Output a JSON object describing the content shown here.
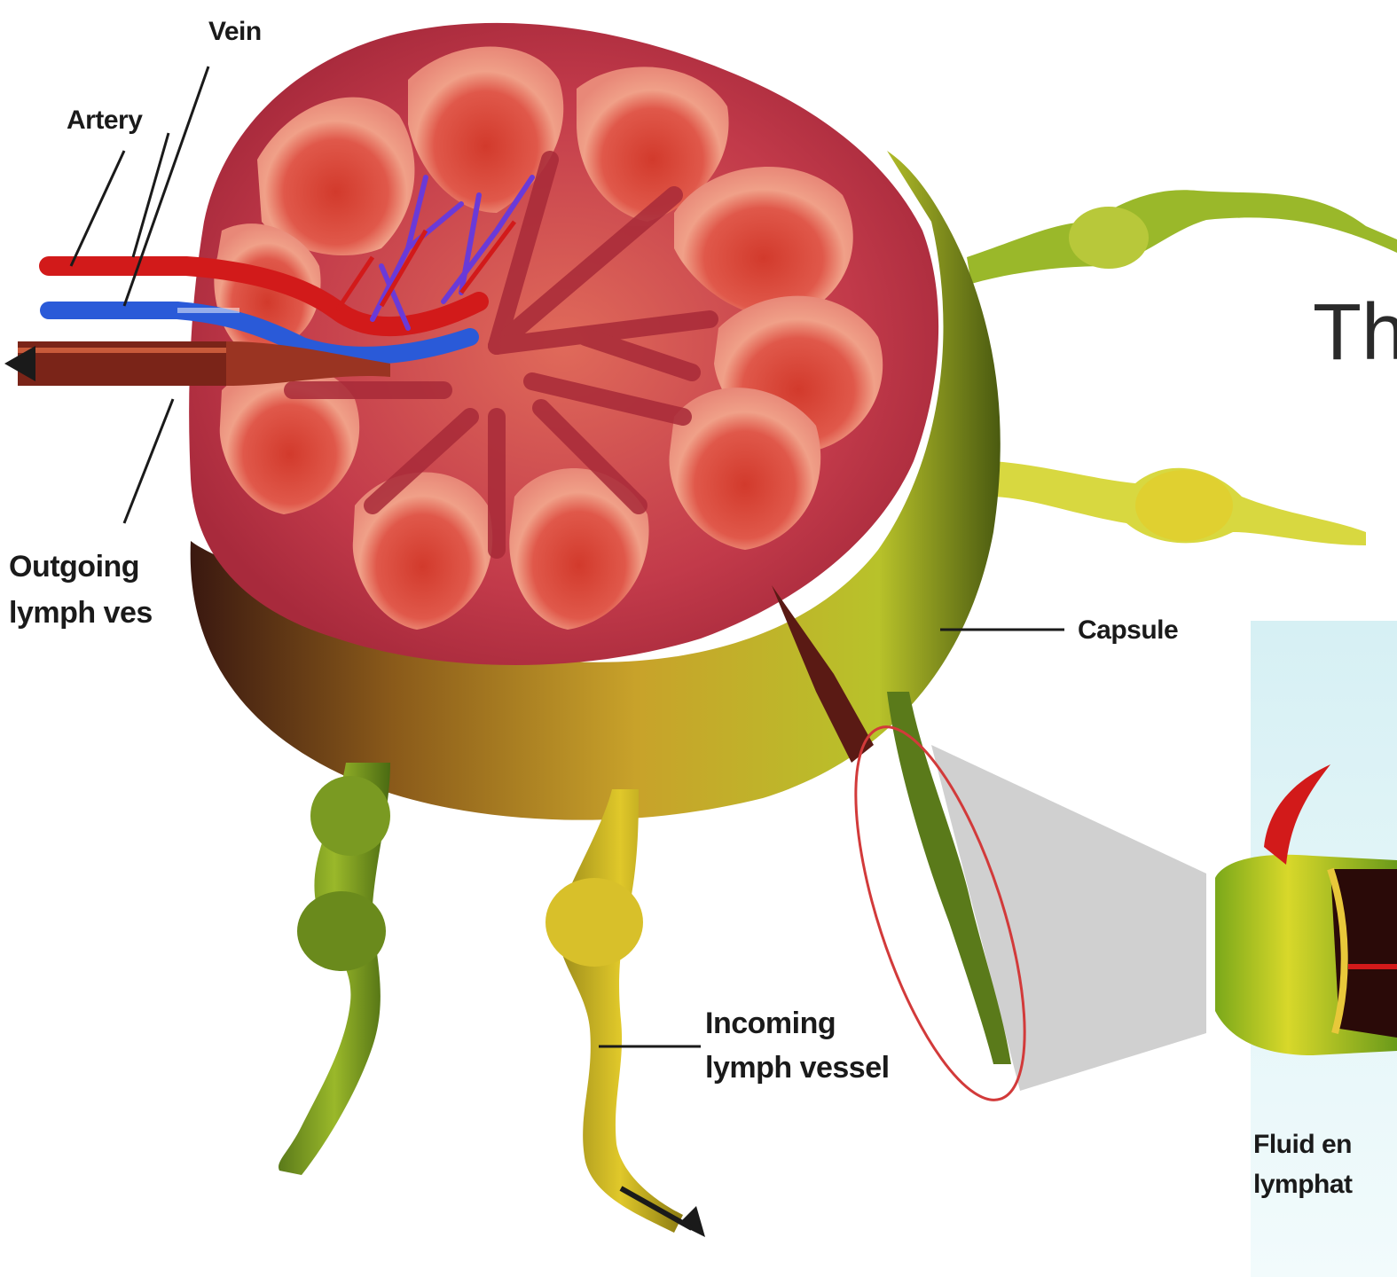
{
  "diagram": {
    "partial_heading": "Th",
    "labels": {
      "vein": "Vein",
      "artery": "Artery",
      "outgoing_line1": "Outgoing",
      "outgoing_line2": "lymph ves",
      "capsule": "Capsule",
      "incoming_line1": "Incoming",
      "incoming_line2": "lymph vessel",
      "fluid_line1": "Fluid en",
      "fluid_line2": "lymphat"
    }
  },
  "colors": {
    "background": "#ffffff",
    "node_cut_surface": "#c23a4a",
    "lobule_outer": "#ec8a78",
    "lobule_core": "#d23a2c",
    "capsule_green": "#8cab2a",
    "capsule_yellow": "#d8c22a",
    "artery_red": "#d21a1a",
    "vein_blue": "#2a5ad8",
    "outgoing_vessel": "#7a2418",
    "inset_panel": "#e6f6f8",
    "zoom_cone": "#c8c8c8"
  }
}
